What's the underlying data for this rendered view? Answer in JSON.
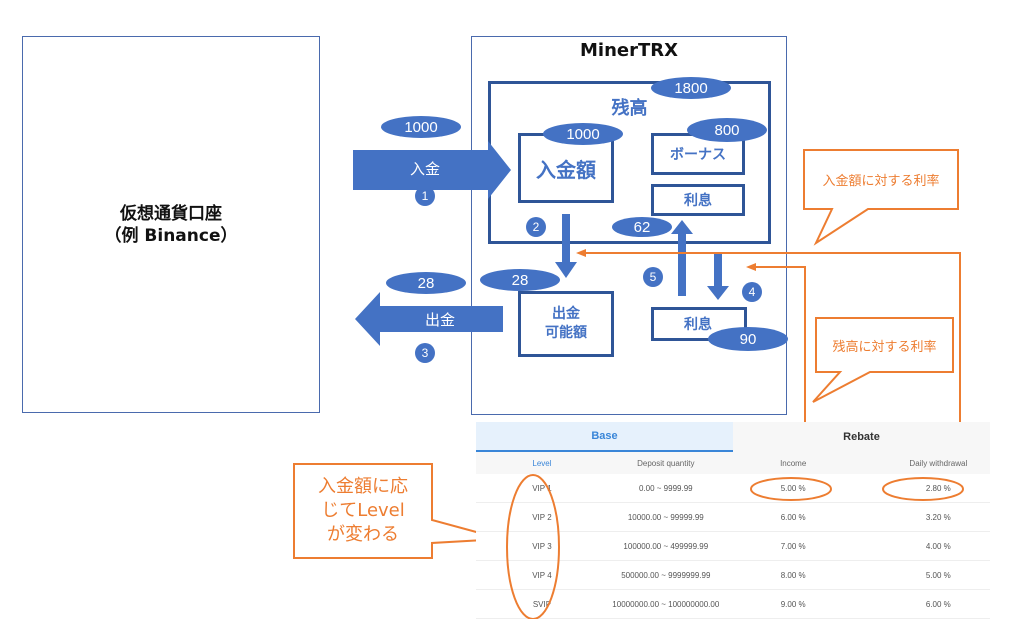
{
  "exchange": {
    "title_line1": "仮想通貨口座",
    "title_line2": "（例 Binance）"
  },
  "miner": {
    "title": "MinerTRX",
    "balance_label": "残高",
    "balance_value": "1800",
    "deposit_box_label": "入金額",
    "deposit_box_value": "1000",
    "bonus_label": "ボーナス",
    "bonus_value": "800",
    "interest_inner_label": "利息",
    "interest_inner_value": "62",
    "withdrawable_label_line1": "出金",
    "withdrawable_label_line2": "可能額",
    "withdrawable_value": "28",
    "interest_outer_label": "利息",
    "interest_outer_value": "90"
  },
  "flows": {
    "deposit_label": "入金",
    "deposit_value": "1000",
    "deposit_step": "1",
    "withdraw_label": "出金",
    "withdraw_value": "28",
    "withdraw_step": "3",
    "step2": "2",
    "step4": "4",
    "step5": "5"
  },
  "callouts": {
    "deposit_rate": "入金額に対する利率",
    "balance_rate": "残高に対する利率",
    "level_note_line1": "入金額に応",
    "level_note_line2": "じてLevel",
    "level_note_line3": "が変わる"
  },
  "colors": {
    "blue": "#4472c4",
    "dark_blue": "#2f5597",
    "orange": "#ed7d31"
  },
  "table": {
    "tabs": [
      {
        "label": "Base",
        "active": true
      },
      {
        "label": "Rebate",
        "active": false
      }
    ],
    "headers": [
      "Level",
      "Deposit quantity",
      "Income",
      "Daily withdrawal"
    ],
    "rows": [
      [
        "VIP 1",
        "0.00 ~ 9999.99",
        "5.00 %",
        "2.80 %"
      ],
      [
        "VIP 2",
        "10000.00 ~ 99999.99",
        "6.00 %",
        "3.20 %"
      ],
      [
        "VIP 3",
        "100000.00 ~ 499999.99",
        "7.00 %",
        "4.00 %"
      ],
      [
        "VIP 4",
        "500000.00 ~ 9999999.99",
        "8.00 %",
        "5.00 %"
      ],
      [
        "SVIP",
        "10000000.00 ~ 100000000.00",
        "9.00 %",
        "6.00 %"
      ]
    ]
  }
}
